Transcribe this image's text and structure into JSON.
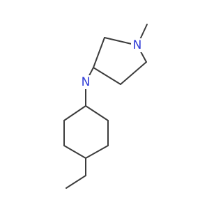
{
  "molecule": {
    "atoms": [
      {
        "id": "n_ring",
        "element": "N",
        "label": "N"
      },
      {
        "id": "n_amine",
        "element": "N",
        "label": "N"
      }
    ],
    "colors": {
      "bond": "#3c3c3c",
      "nitrogen": "#2f3bd6",
      "background": "#ffffff"
    }
  }
}
